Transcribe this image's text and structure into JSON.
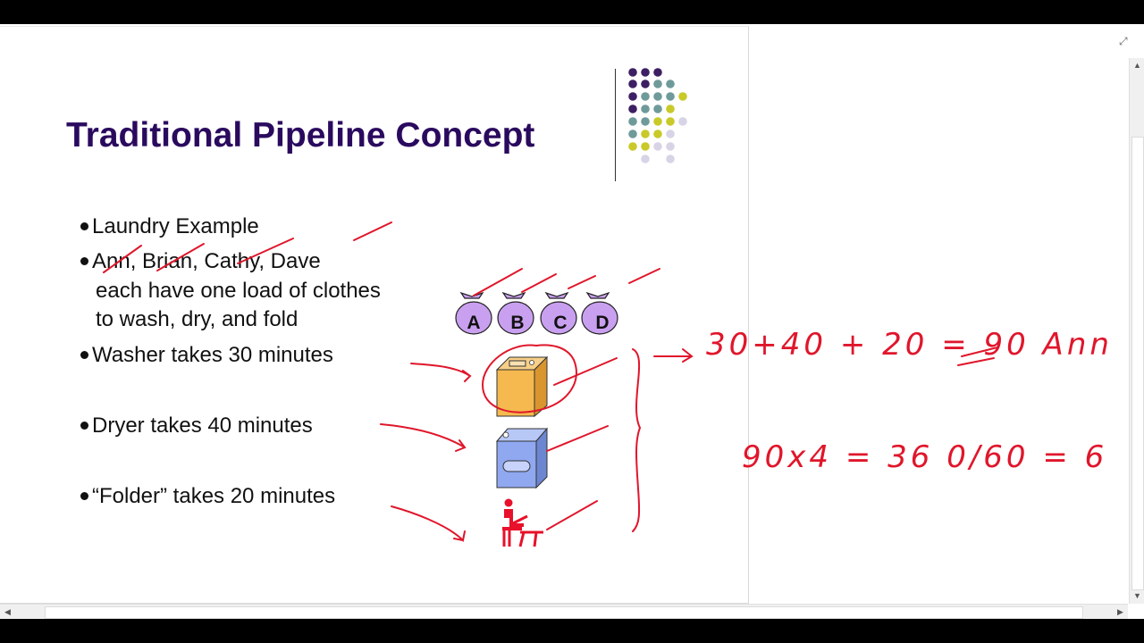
{
  "slide": {
    "title": "Traditional Pipeline Concept",
    "bullets": [
      {
        "lines": [
          "Laundry Example"
        ]
      },
      {
        "lines": [
          "Ann, Brian, Cathy, Dave",
          "each have one load of clothes",
          "to wash, dry, and fold"
        ]
      },
      {
        "lines": [
          "Washer takes 30 minutes"
        ]
      },
      {
        "lines": [
          "Dryer takes 40 minutes"
        ]
      },
      {
        "lines": [
          "“Folder” takes 20 minutes"
        ]
      }
    ],
    "bags": [
      "A",
      "B",
      "C",
      "D"
    ],
    "colors": {
      "title": "#2a0a5e",
      "bag_fill": "#c9a0f0",
      "washer": "#f5b94f",
      "dryer": "#8fa8f0",
      "folder": "#e8102a",
      "ink": "#e0162b",
      "dot_purple": "#3d1f63",
      "dot_teal": "#6f9a9a",
      "dot_olive": "#c9c92a",
      "dot_lilac": "#d8d4e6"
    },
    "icons": [
      "washer-icon",
      "dryer-icon",
      "folder-person-icon"
    ]
  },
  "annotations": {
    "line1": "30+40 + 20 = 90   Ann",
    "line2": "90x4 =   36 0/60 = 6"
  },
  "viewer": {
    "expand_icon": "expand-icon",
    "scroll_left_icon": "triangle-left-icon",
    "scroll_right_icon": "triangle-right-icon",
    "scroll_up_icon": "triangle-up-icon",
    "scroll_down_icon": "triangle-down-icon"
  }
}
